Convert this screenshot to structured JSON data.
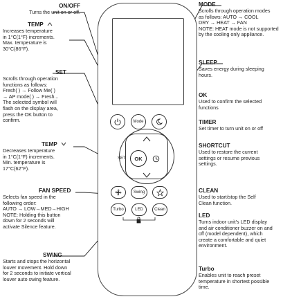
{
  "labels": {
    "onoff": {
      "title": "ON/OFF",
      "desc": "Turns the unit on or off."
    },
    "temp_up": {
      "title": "TEMP",
      "desc": "Increases temperature\nin 1°C(1°F) increments.\nMax. temperature is\n30°C(86°F)."
    },
    "set": {
      "title": "SET",
      "desc": "Scrolls through operation\nfunctions as follows:\nFresh( ) → Follow Me( )\n→ AP mode( ) → Fresh...\nThe selected symbol will\nflash on the display area,\npress the OK button to\nconfirm."
    },
    "temp_down": {
      "title": "TEMP",
      "desc": "Decreases temperature\nin 1°C(1°F) increments.\nMin. temperature is\n17°C(62°F)."
    },
    "fan_speed": {
      "title": "FAN SPEED",
      "desc": "Selects fan speed in the\nfollowing order:\nAUTO → LOW→MED→HIGH\nNOTE: Holding this button\ndown for 2 seconds will\nactivate Silence feature."
    },
    "swing": {
      "title": "SWING",
      "desc": "Starts and stops the horizontal\nlouver movement. Hold down\nfor 2 seconds to initiate vertical\nlouver auto swing feature."
    },
    "mode": {
      "title": "MODE",
      "desc": "Scrolls through operation modes\nas follows:  AUTO → COOL\nDRY →  HEAT → FAN\nNOTE: HEAT mode is not supported\nby the cooling only appliance."
    },
    "sleep": {
      "title": "SLEEP",
      "desc": "Saves energy during sleeping\nhours."
    },
    "ok": {
      "title": "OK",
      "desc": "Used to confirm the selected\nfunctions"
    },
    "timer": {
      "title": "TIMER",
      "desc": "Set timer to turn unit on or off"
    },
    "shortcut": {
      "title": "SHORTCUT",
      "desc": "Used to restore the current\nsettings or resume previous\nsettings."
    },
    "clean": {
      "title": "CLEAN",
      "desc": "Used to start/stop the Self\nClean function."
    },
    "led": {
      "title": "LED",
      "desc": "Turns indoor unit's LED  display\nand air conditioner buzzer on and\noff (model dependent), which\ncreate a comfortable and quiet\nenvironment."
    },
    "turbo": {
      "title": "Turbo",
      "desc": "Enables unit to reach preset\ntemperature in shortest possible\ntime."
    }
  },
  "remote": {
    "mode_btn": "Mode",
    "set_btn": "SET",
    "ok_btn": "OK",
    "swing_btn": "Swing",
    "turbo_btn": "Turbo",
    "led_btn": "LED",
    "clean_btn": "Clean"
  },
  "icons": [
    "power-icon",
    "sleep-icon",
    "timer-icon",
    "fan-icon",
    "star-icon",
    "lock-icon",
    "up-arrow-icon",
    "down-arrow-icon"
  ]
}
